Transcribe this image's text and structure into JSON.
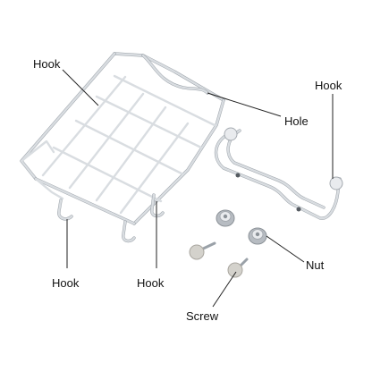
{
  "labels": {
    "hook_top_left": "Hook",
    "hook_top_right": "Hook",
    "hole": "Hole",
    "nut": "Nut",
    "hook_bottom_left": "Hook",
    "hook_bottom_mid": "Hook",
    "screw": "Screw"
  }
}
